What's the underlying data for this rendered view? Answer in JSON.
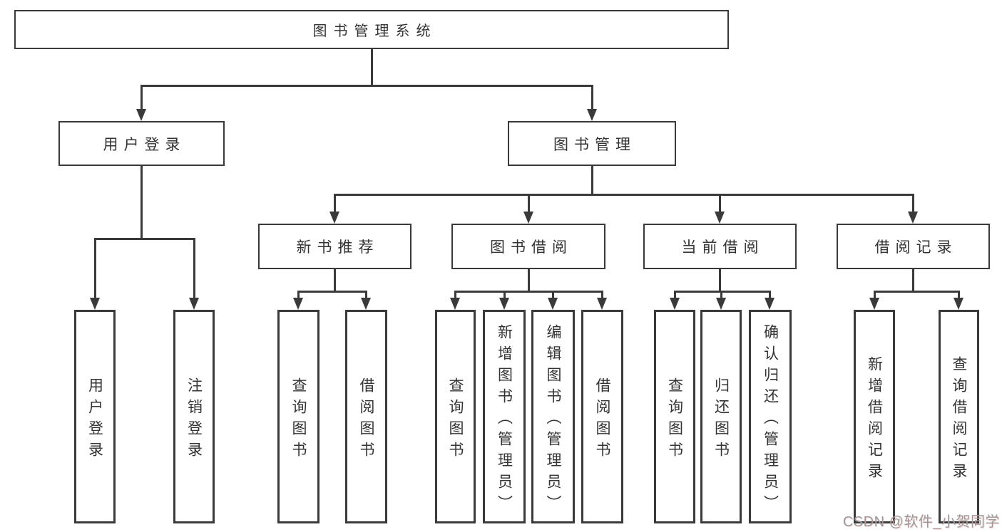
{
  "diagram": {
    "tree": {
      "root": {
        "label": "图书管理系统",
        "children": [
          {
            "label": "用户登录",
            "children": [
              {
                "label": "用户登录"
              },
              {
                "label": "注销登录"
              }
            ]
          },
          {
            "label": "图书管理",
            "children": [
              {
                "label": "新书推荐",
                "children": [
                  {
                    "label": "查询图书"
                  },
                  {
                    "label": "借阅图书"
                  }
                ]
              },
              {
                "label": "图书借阅",
                "children": [
                  {
                    "label": "查询图书"
                  },
                  {
                    "label": "新增图书（管理员）"
                  },
                  {
                    "label": "编辑图书（管理员）"
                  },
                  {
                    "label": "借阅图书"
                  }
                ]
              },
              {
                "label": "当前借阅",
                "children": [
                  {
                    "label": "查询图书"
                  },
                  {
                    "label": "归还图书"
                  },
                  {
                    "label": "确认归还（管理员）"
                  }
                ]
              },
              {
                "label": "借阅记录",
                "children": [
                  {
                    "label": "新增借阅记录"
                  },
                  {
                    "label": "查询借阅记录"
                  }
                ]
              }
            ]
          }
        ]
      }
    },
    "colors": {
      "line": "#3a3a3a",
      "text": "#333333",
      "background": "#ffffff",
      "watermark": "#9b9b9b"
    }
  },
  "watermark": {
    "text": "CSDN @软件_小贺同学"
  }
}
